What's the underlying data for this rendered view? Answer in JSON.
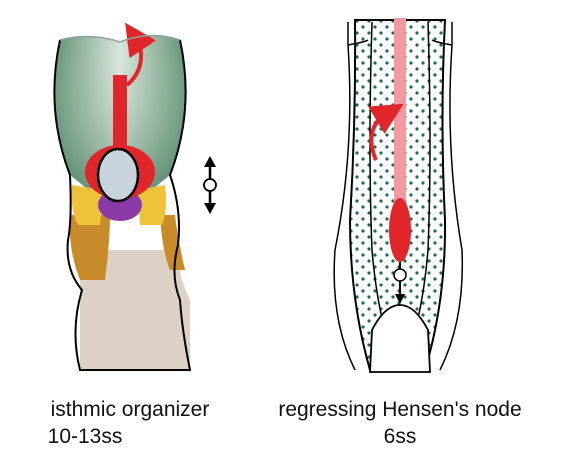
{
  "left_panel": {
    "caption_line1": "isthmic organizer",
    "caption_line2": "10-13ss"
  },
  "right_panel": {
    "caption_line1": "regressing Hensen's node",
    "caption_line2": "6ss"
  },
  "colors": {
    "forebrain_top": "#4f8a66",
    "forebrain_bottom": "#f2f6f3",
    "hindbrain_band": "#2f6b4a",
    "organizer_red": "#e0262b",
    "isthmus_purple": "#8a3aa6",
    "midbrain_yellow": "#f0c23a",
    "mesoderm_brown": "#c98a2a",
    "spinal_beige": "#ddd1c6",
    "cell_dots": "#1e6b4f",
    "notochord_pink": "#f39aa0",
    "outline": "#000000"
  }
}
